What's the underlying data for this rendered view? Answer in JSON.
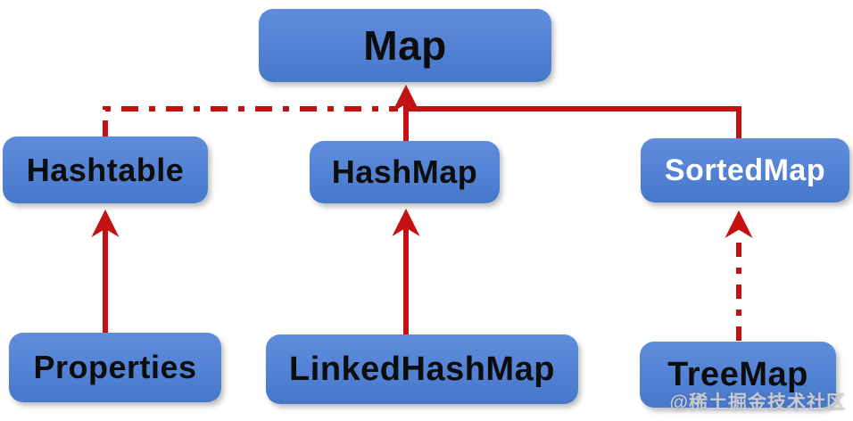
{
  "diagram": {
    "title": "Java Map interface hierarchy",
    "nodes": {
      "map": {
        "label": "Map",
        "text_color": "black"
      },
      "hashtable": {
        "label": "Hashtable",
        "text_color": "black"
      },
      "hashmap": {
        "label": "HashMap",
        "text_color": "black"
      },
      "sortedmap": {
        "label": "SortedMap",
        "text_color": "white"
      },
      "properties": {
        "label": "Properties",
        "text_color": "black"
      },
      "linkedhashmap": {
        "label": "LinkedHashMap",
        "text_color": "black"
      },
      "treemap": {
        "label": "TreeMap",
        "text_color": "black"
      }
    },
    "edges": [
      {
        "from": "Hashtable",
        "to": "Map",
        "style": "dash-dot"
      },
      {
        "from": "HashMap",
        "to": "Map",
        "style": "solid"
      },
      {
        "from": "SortedMap",
        "to": "Map",
        "style": "solid"
      },
      {
        "from": "Properties",
        "to": "Hashtable",
        "style": "solid"
      },
      {
        "from": "LinkedHashMap",
        "to": "HashMap",
        "style": "solid"
      },
      {
        "from": "TreeMap",
        "to": "SortedMap",
        "style": "dash-dot"
      }
    ],
    "colors": {
      "node_fill_top": "#608cdc",
      "node_fill_bottom": "#4677c8",
      "arrow_red": "#c41212",
      "node_text_dark": "#0d0d0d",
      "node_text_light": "#ffffff",
      "background": "#ffffff"
    }
  },
  "watermark": "@稀土掘金技术社区"
}
